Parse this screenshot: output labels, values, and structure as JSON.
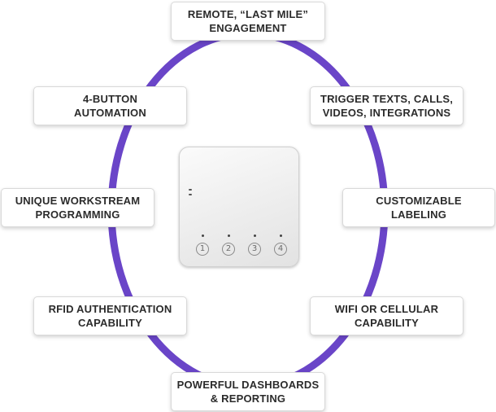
{
  "colors": {
    "ring": "#6a45c8"
  },
  "features": {
    "top": {
      "line1": "REMOTE, “LAST MILE”",
      "line2": "ENGAGEMENT"
    },
    "top_left": {
      "line1": "4-BUTTON",
      "line2": "AUTOMATION"
    },
    "top_right": {
      "line1": "TRIGGER TEXTS, CALLS,",
      "line2": "VIDEOS, INTEGRATIONS"
    },
    "mid_left": {
      "line1": "UNIQUE WORKSTREAM",
      "line2": "PROGRAMMING"
    },
    "mid_right": {
      "line1": "CUSTOMIZABLE",
      "line2": "LABELING"
    },
    "bottom_left": {
      "line1": "RFID AUTHENTICATION",
      "line2": "CAPABILITY"
    },
    "bottom_right": {
      "line1": "WIFI OR CELLULAR",
      "line2": "CAPABILITY"
    },
    "bottom": {
      "line1": "POWERFUL DASHBOARDS",
      "line2": "& REPORTING"
    }
  },
  "device": {
    "buttons": [
      "1",
      "2",
      "3",
      "4"
    ]
  }
}
